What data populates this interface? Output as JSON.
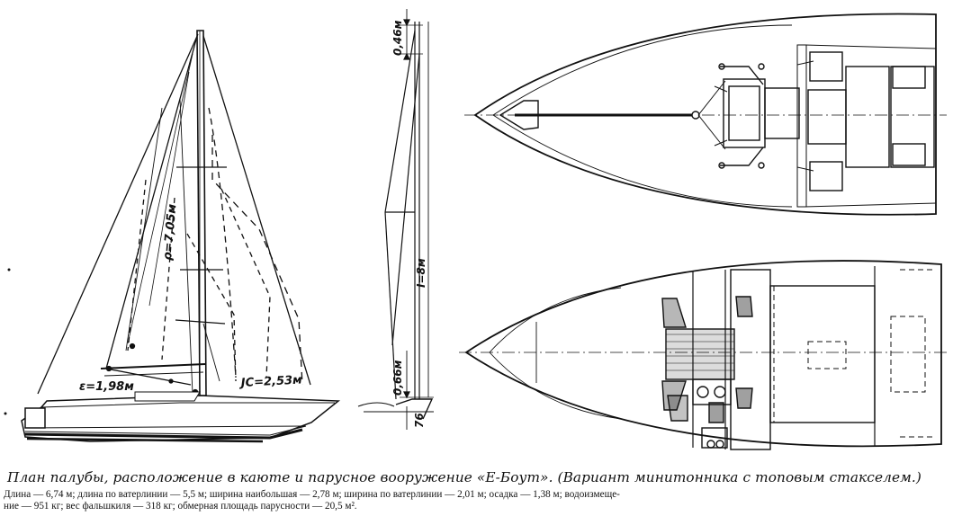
{
  "labels": {
    "masthead_height": "0,46м",
    "mainsail_luff": "ρ=7,05м",
    "foot": "ε=1,98м",
    "jib_foot": "JC=2,53м",
    "mast_height": "I=8м",
    "lower_dim": "0,66м",
    "deck_dim": "76"
  },
  "caption": {
    "title": "План палубы, расположение в каюте и парусное вооружение «Е-Боут». (Вариант минитонника с топовым стакселем.)",
    "specs_line1": "Длина — 6,74 м;  длина по ватерлинии — 5,5 м;  ширина наибольшая — 2,78 м;  ширина по ватерлинии — 2,01 м;  осадка — 1,38 м;  водоизмеще-",
    "specs_line2": "ние — 951 кг;  вес фальшкиля — 318 кг;  обмерная площадь парусности — 20,5 м²."
  }
}
